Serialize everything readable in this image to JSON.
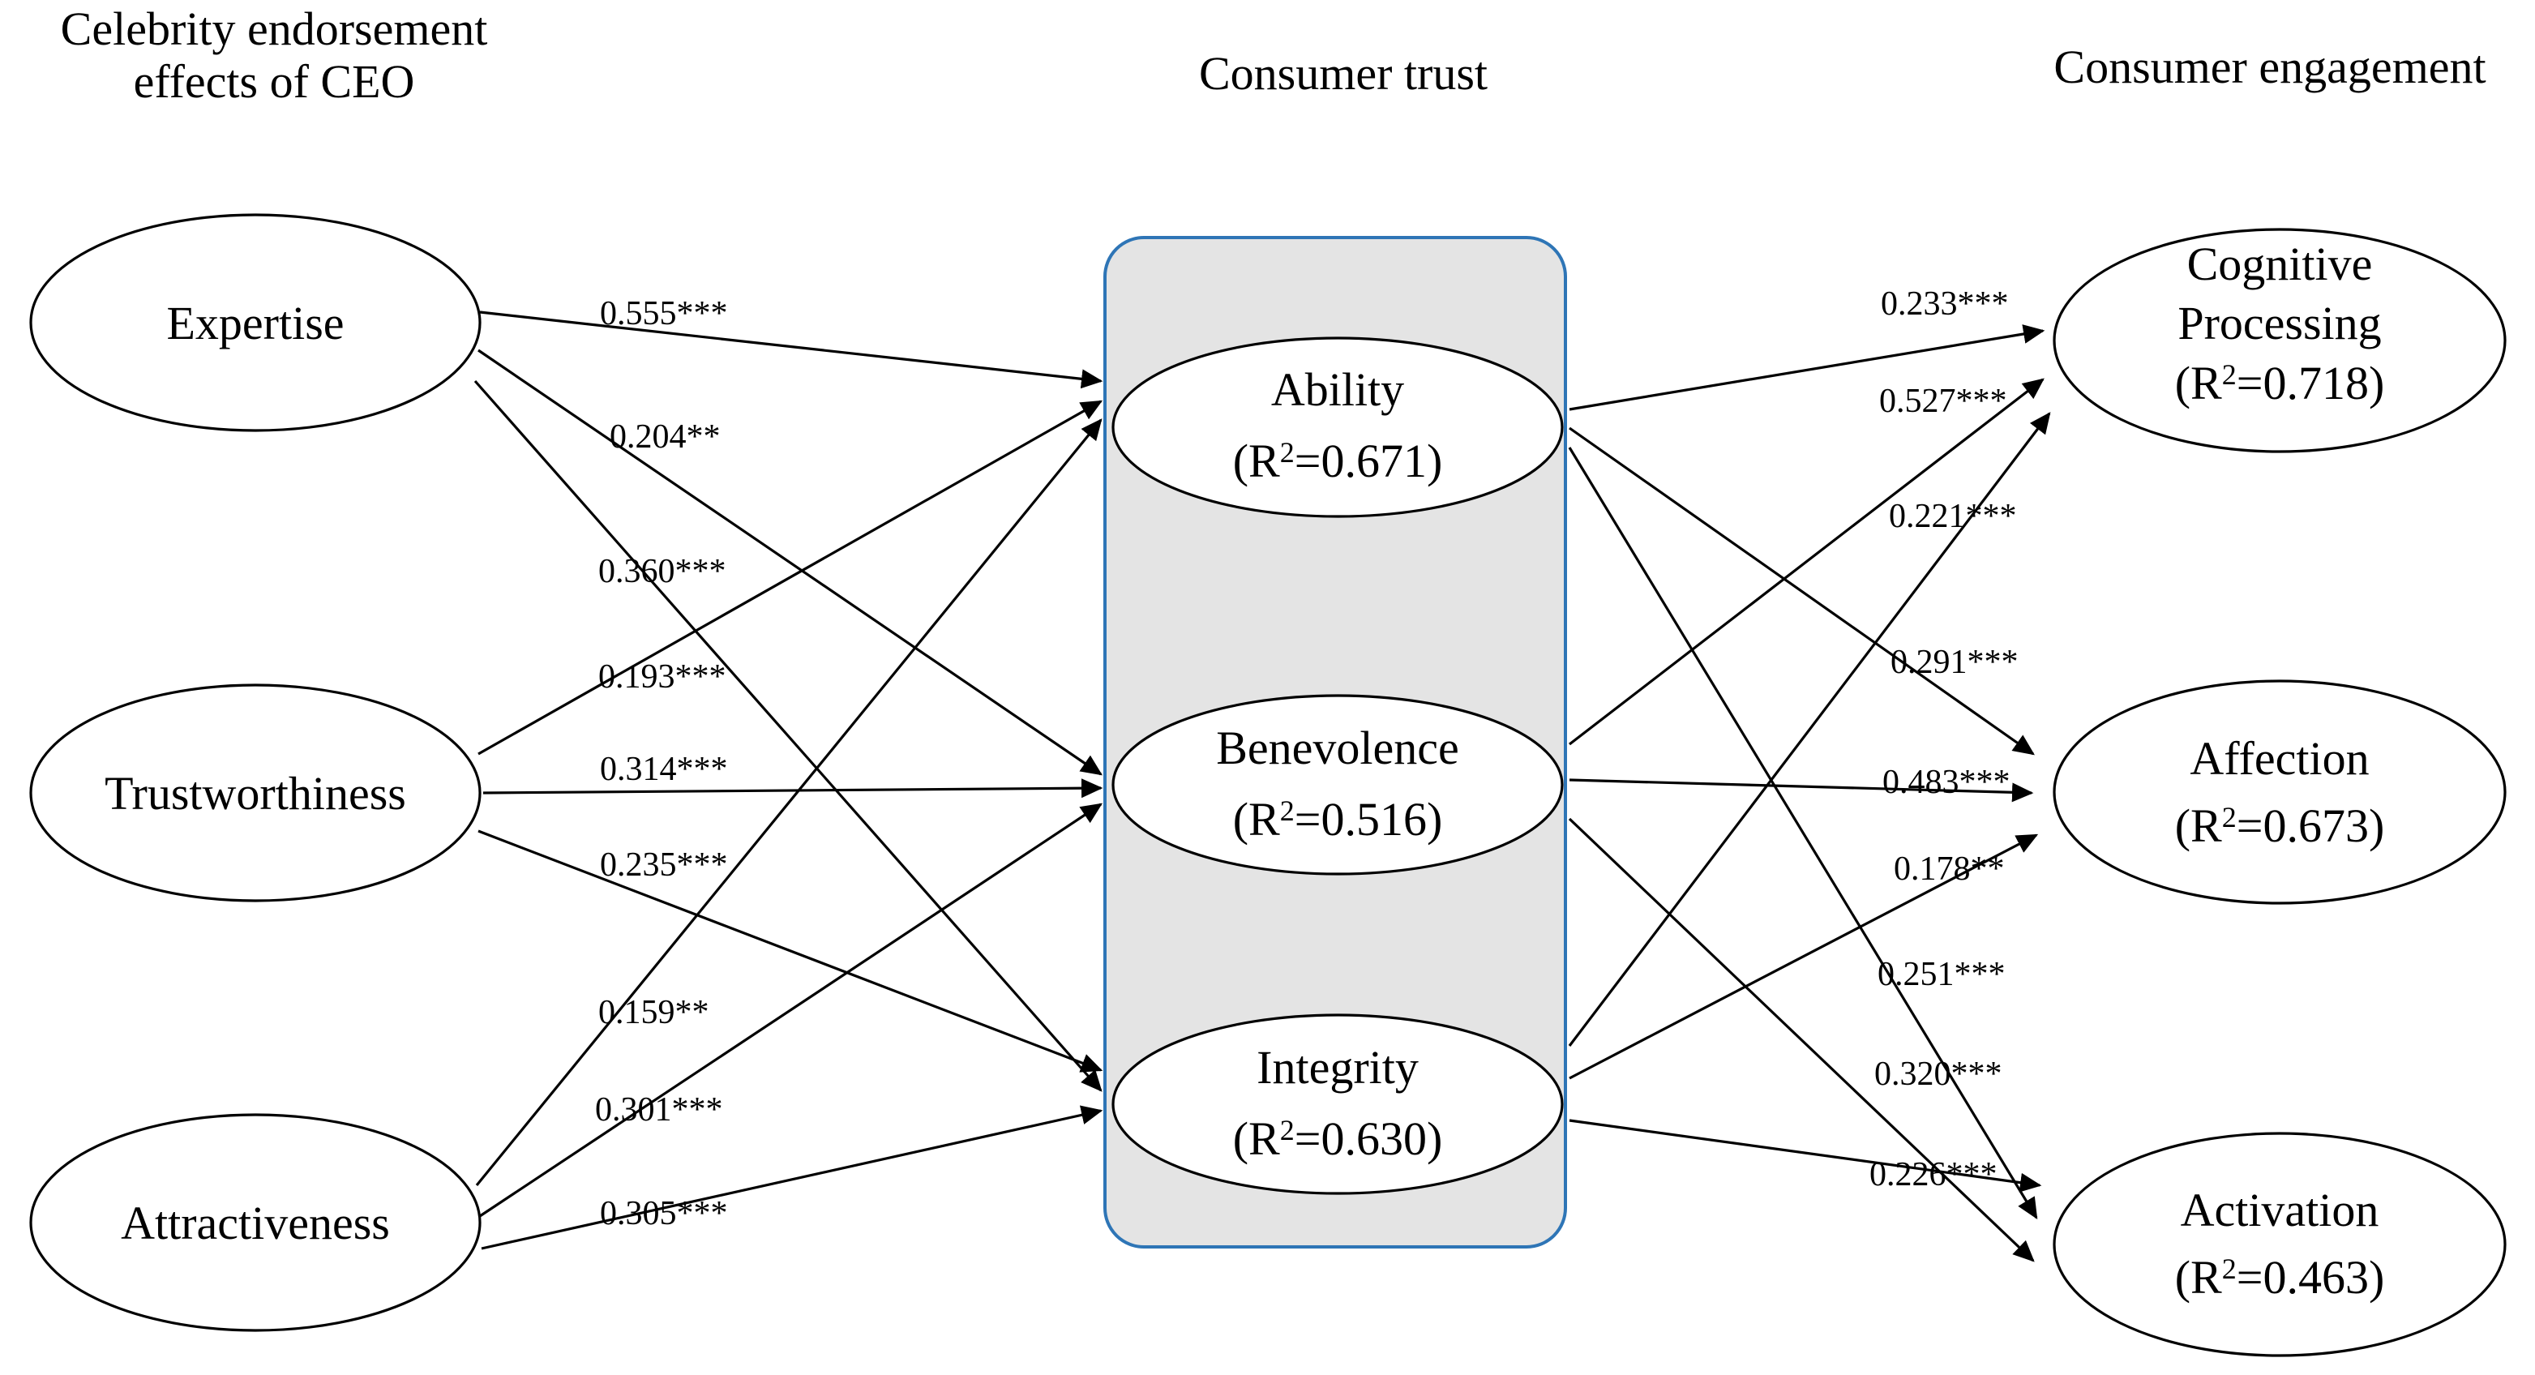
{
  "figure": {
    "type": "structural-equation-model-path-diagram",
    "background": "#ffffff",
    "accent_color": "#2E75B6",
    "panel_fill": "#E4E4E4"
  },
  "group_titles": {
    "left": "Celebrity endorsement\neffects of CEO",
    "left_line1": "Celebrity endorsement",
    "left_line2": "effects of CEO",
    "center": "Consumer trust",
    "right": "Consumer engagement"
  },
  "nodes": {
    "exogenous": [
      {
        "id": "expertise",
        "label": "Expertise"
      },
      {
        "id": "trustworthiness",
        "label": "Trustworthiness"
      },
      {
        "id": "attractiveness",
        "label": "Attractiveness"
      }
    ],
    "mediators": [
      {
        "id": "ability",
        "label": "Ability",
        "r2_label": "(R2=0.671)",
        "r2_prefix": "(R",
        "r2_sup": "2",
        "r2_suffix": "=0.671)",
        "r2": 0.671
      },
      {
        "id": "benevolence",
        "label": "Benevolence",
        "r2_label": "(R2=0.516)",
        "r2_prefix": "(R",
        "r2_sup": "2",
        "r2_suffix": "=0.516)",
        "r2": 0.516
      },
      {
        "id": "integrity",
        "label": "Integrity",
        "r2_label": "(R2=0.630)",
        "r2_prefix": "(R",
        "r2_sup": "2",
        "r2_suffix": "=0.630)",
        "r2": 0.63
      }
    ],
    "outcomes": [
      {
        "id": "cognitive_processing",
        "label_line1": "Cognitive",
        "label_line2": "Processing",
        "r2_prefix": "(R",
        "r2_sup": "2",
        "r2_suffix": "=0.718)",
        "r2": 0.718
      },
      {
        "id": "affection",
        "label": "Affection",
        "r2_prefix": "(R",
        "r2_sup": "2",
        "r2_suffix": "=0.673)",
        "r2": 0.673
      },
      {
        "id": "activation",
        "label": "Activation",
        "r2_prefix": "(R",
        "r2_sup": "2",
        "r2_suffix": "=0.463)",
        "r2": 0.463
      }
    ]
  },
  "coefficients_left": [
    {
      "id": "c1",
      "label": "0.555***",
      "value": 0.555,
      "sig": "***"
    },
    {
      "id": "c2",
      "label": "0.204**",
      "value": 0.204,
      "sig": "**"
    },
    {
      "id": "c3",
      "label": "0.360***",
      "value": 0.36,
      "sig": "***"
    },
    {
      "id": "c4",
      "label": "0.193***",
      "value": 0.193,
      "sig": "***"
    },
    {
      "id": "c5",
      "label": "0.314***",
      "value": 0.314,
      "sig": "***"
    },
    {
      "id": "c6",
      "label": "0.235***",
      "value": 0.235,
      "sig": "***"
    },
    {
      "id": "c7",
      "label": "0.159**",
      "value": 0.159,
      "sig": "**"
    },
    {
      "id": "c8",
      "label": "0.301***",
      "value": 0.301,
      "sig": "***"
    },
    {
      "id": "c9",
      "label": "0.305***",
      "value": 0.305,
      "sig": "***"
    }
  ],
  "coefficients_right": [
    {
      "id": "d1",
      "label": "0.233***",
      "value": 0.233,
      "sig": "***"
    },
    {
      "id": "d2",
      "label": "0.527***",
      "value": 0.527,
      "sig": "***"
    },
    {
      "id": "d3",
      "label": "0.221***",
      "value": 0.221,
      "sig": "***"
    },
    {
      "id": "d4",
      "label": "0.291***",
      "value": 0.291,
      "sig": "***"
    },
    {
      "id": "d5",
      "label": "0.483***",
      "value": 0.483,
      "sig": "***"
    },
    {
      "id": "d6",
      "label": "0.178**",
      "value": 0.178,
      "sig": "**"
    },
    {
      "id": "d7",
      "label": "0.251***",
      "value": 0.251,
      "sig": "***"
    },
    {
      "id": "d8",
      "label": "0.320***",
      "value": 0.32,
      "sig": "***"
    },
    {
      "id": "d9",
      "label": "0.226***",
      "value": 0.226,
      "sig": "***"
    }
  ]
}
